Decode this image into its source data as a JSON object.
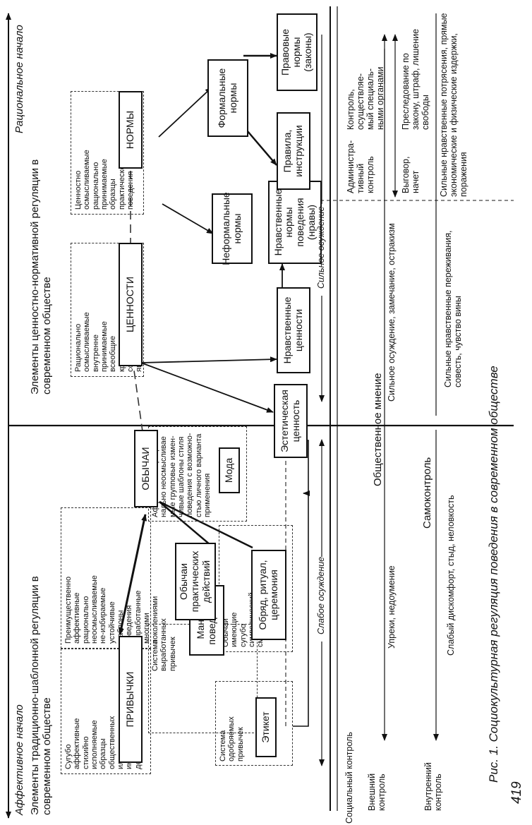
{
  "header": {
    "affective_origin": "Аффективное начало",
    "rational_origin": "Рациональное начало",
    "traditional_elements": "Элементы традиционно-шаблонной регуляции в современном обществе",
    "value_elements": "Элементы ценностно-нормативной регуляции в современном обществе"
  },
  "descriptions": {
    "habits_desc": "Сугубо аффективные стихийно исполняемые образцы общественных или индивидуальных действий",
    "customs_desc": "Преимущественно аффективные рационально неосмысливаемые не-избираемые устойчивые шаблоны поведения выработанные многими поколениями",
    "values_desc": "Рационально осмысливаемые внутренне принимаемые всеобщие критерии оценки социальных явлений",
    "norms_desc": "Ценностно осмысливаемые рационально принимаемые образцы практического поведения",
    "habits_system": "Система выработанных привычек",
    "approved_habits": "Система одобряемых привычек",
    "symbolic_customs": "Обычаи имеющие сугубо символический смысл",
    "fashion_desc": "Аффективные рацио нально неосмысливае мые групповые измен-чивые шаблоны стиля поведения с возможно-стью личного варианта применения"
  },
  "boxes": {
    "habits": "ПРИВЫЧКИ",
    "customs": "ОБЫЧАИ",
    "values": "ЦЕННОСТИ",
    "norms": "НОРМЫ",
    "manners": "Манеры поведения",
    "etiquette": "Этикет",
    "practical_customs": "Обычаи практических действий",
    "rites": "Обряд, ритуал, церемония",
    "fashion": "Мода",
    "aesthetic_value": "Эстетическая ценность",
    "moral_values": "Нравственные ценности",
    "moral_norms": "Нравственные нормы поведения (нравы)",
    "informal_norms": "Неформальные нормы",
    "formal_norms": "Формальные нормы",
    "rules": "Правила, инструкции",
    "legal_norms": "Правовые нормы (законы)"
  },
  "control": {
    "social_control": "Социальный контроль",
    "external_control": "Внешний контроль",
    "internal_control": "Внутренний контроль",
    "weak_condemnation": "Слабое осуждение",
    "strong_condemnation": "Сильное осуждение",
    "public_opinion": "Общественное мнение",
    "self_control": "Самоконтроль",
    "reproaches": "Упреки, недоумение",
    "strong_blame": "Сильное осуждение, замечание, остракизм",
    "admin_control": "Администра-тивный контроль",
    "organ_control": "Контроль, осуществляе-мый специаль-ными органами",
    "reprimand": "Выговор, начет",
    "prosecution": "Преследование по закону, штраф, лишение свободы",
    "weak_discomfort": "Слабый дискомфорт, стыд, неловкость",
    "strong_moral": "Сильные нравственные переживания, совесть, чувство вины",
    "strong_shocks": "Сильные нравственные потрясения, прямые экономические и физические издержки, поражения"
  },
  "caption": "Рис. 1. Социокультурная регуляция поведения в современном обществе",
  "page_number": "419"
}
